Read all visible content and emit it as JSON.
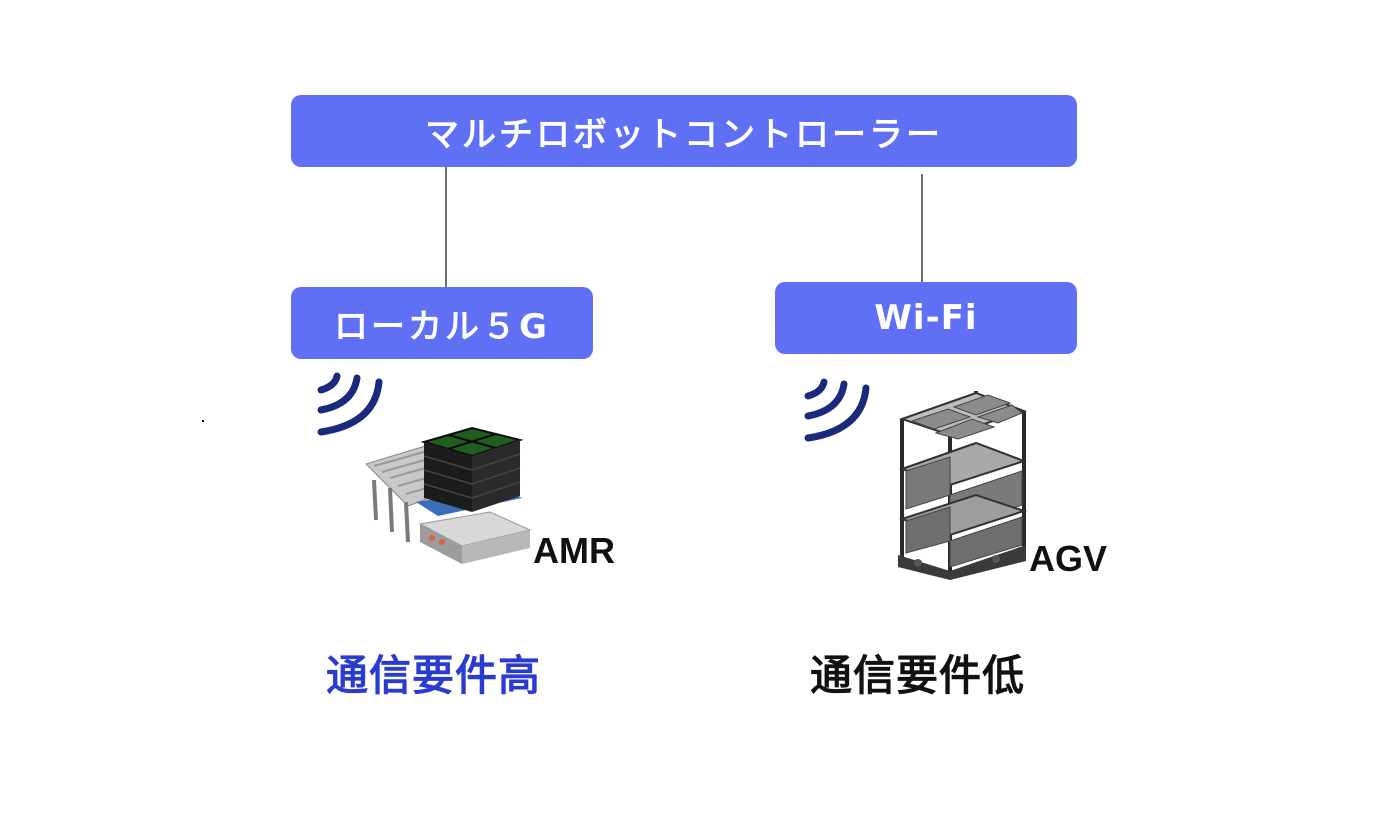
{
  "controller": {
    "label": "マルチロボットコントローラー"
  },
  "networks": {
    "left": {
      "label": "ローカル５G"
    },
    "right": {
      "label": "Wi-Fi"
    }
  },
  "robots": {
    "left": {
      "label": "AMR",
      "requirement": "通信要件高"
    },
    "right": {
      "label": "AGV",
      "requirement": "通信要件低"
    }
  },
  "colors": {
    "box": "#6070f5",
    "line": "#707070",
    "signal": "#1b2a7a",
    "highlight_text": "#2a3bd0",
    "text": "#111111"
  },
  "icons": [
    "wifi-signal-icon",
    "amr-robot-icon",
    "agv-robot-icon"
  ]
}
